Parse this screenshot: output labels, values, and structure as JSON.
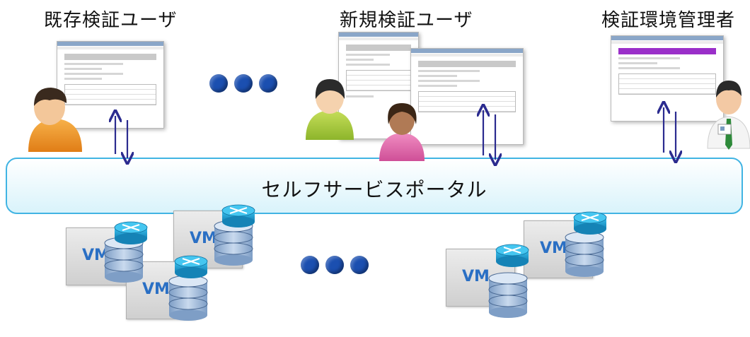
{
  "headings": {
    "existing_users": "既存検証ユーザ",
    "new_users": "新規検証ユーザ",
    "admin": "検証環境管理者"
  },
  "portal": {
    "label": "セルフサービスポータル"
  },
  "vm_label": "VM",
  "colors": {
    "portal_border": "#41b4e3",
    "portal_fill": "#d9f3fb",
    "arrow": "#2b2b8f",
    "dots": "#1b4fb0",
    "vm_text": "#2a6fc4",
    "router": "#1aa5d6",
    "disk": "#9cb7d6"
  },
  "icons": [
    "user-orange-icon",
    "user-green-icon",
    "user-pink-icon",
    "admin-user-icon",
    "router-icon",
    "database-icon"
  ]
}
